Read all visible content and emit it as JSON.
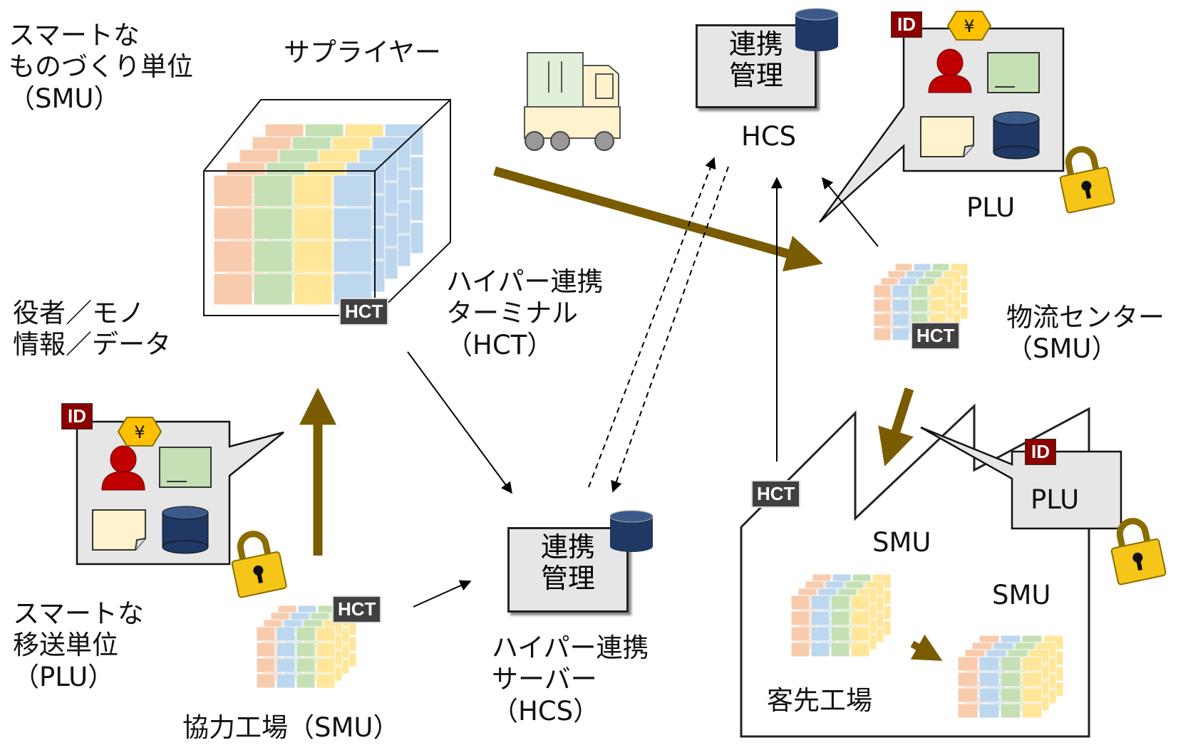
{
  "labels": {
    "smart_smu": "スマートな\nものづくり単位\n（SMU）",
    "supplier": "サプライヤー",
    "actors": "役者／モノ\n情報／データ",
    "smart_plu": "スマートな\n移送単位\n（PLU）",
    "partner_factory": "協力工場（SMU）",
    "hct_caption": "ハイパー連携\nターミナル\n（HCT）",
    "hcs_caption": "ハイパー連携\nサーバー\n（HCS）",
    "hcs_top": "HCS",
    "plu_top": "PLU",
    "logistics": "物流センター\n（SMU）",
    "smu_factory": "SMU",
    "smu_factory2": "SMU",
    "customer_factory": "客先工場",
    "plu_box": "PLU",
    "mgmt_top": "連携\n管理",
    "mgmt_bottom": "連携\n管理"
  },
  "tags": {
    "hct": "HCT",
    "id": "ID",
    "yen": "¥"
  },
  "colors": {
    "flow_arrow": "#7a5c00",
    "cube_orange": "#f8cbad",
    "cube_green": "#c5e0b4",
    "cube_yellow": "#ffe699",
    "cube_blue": "#bdd7ee",
    "db_blue": "#1f3864",
    "person_red": "#c00000",
    "id_red": "#8b0000",
    "lock_yellow": "#f5c518",
    "yen_yellow": "#ffc000",
    "hct_gray": "#404040",
    "panel_gray": "#e6e6e6"
  },
  "icons": [
    "truck-icon",
    "person-icon",
    "document-icon",
    "database-icon",
    "lock-icon",
    "monitor-icon"
  ]
}
